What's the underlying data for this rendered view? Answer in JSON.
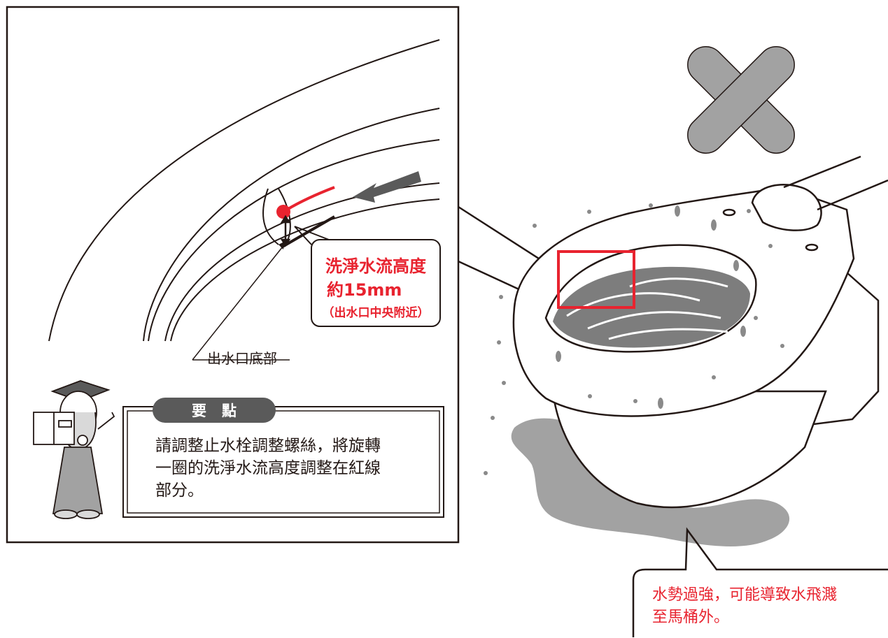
{
  "colors": {
    "accent_red": "#e8232f",
    "tab_gray": "#5a5a5a",
    "drawing_gray": "#a2a2a2"
  },
  "detail": {
    "callout": {
      "line1": "洗淨水流高度",
      "line2": "約15mm",
      "line3": "（出水口中央附近）"
    },
    "bottom_label": "出水口底部"
  },
  "tip": {
    "heading": "要點",
    "lines": [
      "請調整止水栓調整螺絲，將旋轉",
      "一圈的洗淨水流高度調整在紅線",
      "部分。"
    ]
  },
  "wrong": {
    "mark": "cross-icon"
  },
  "warning": {
    "lines": [
      "水勢過強，可能導致水飛濺",
      "至馬桶外。"
    ]
  }
}
